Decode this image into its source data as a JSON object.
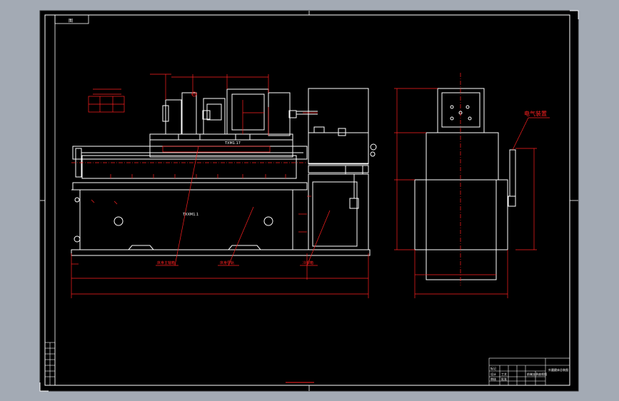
{
  "drawing": {
    "corner_tag": "图",
    "label_front": "TXM1.17",
    "label_base": "TXXM1.1",
    "label_electrical": "电气装置",
    "label_box_title": "前端支承座视图",
    "callouts": [
      "床身主轴箱",
      "床身导轨",
      "冷却箱"
    ],
    "colors": {
      "background": "#000000",
      "outline": "#ffffff",
      "dimension": "#ff2020",
      "centerline": "#ff3030",
      "frame_bg": "#a3aab4"
    }
  },
  "title_block": {
    "drawing_title": "外圆磨床总装图",
    "rows": [
      "标记",
      "设计",
      "审核",
      "工艺",
      "批准"
    ]
  }
}
